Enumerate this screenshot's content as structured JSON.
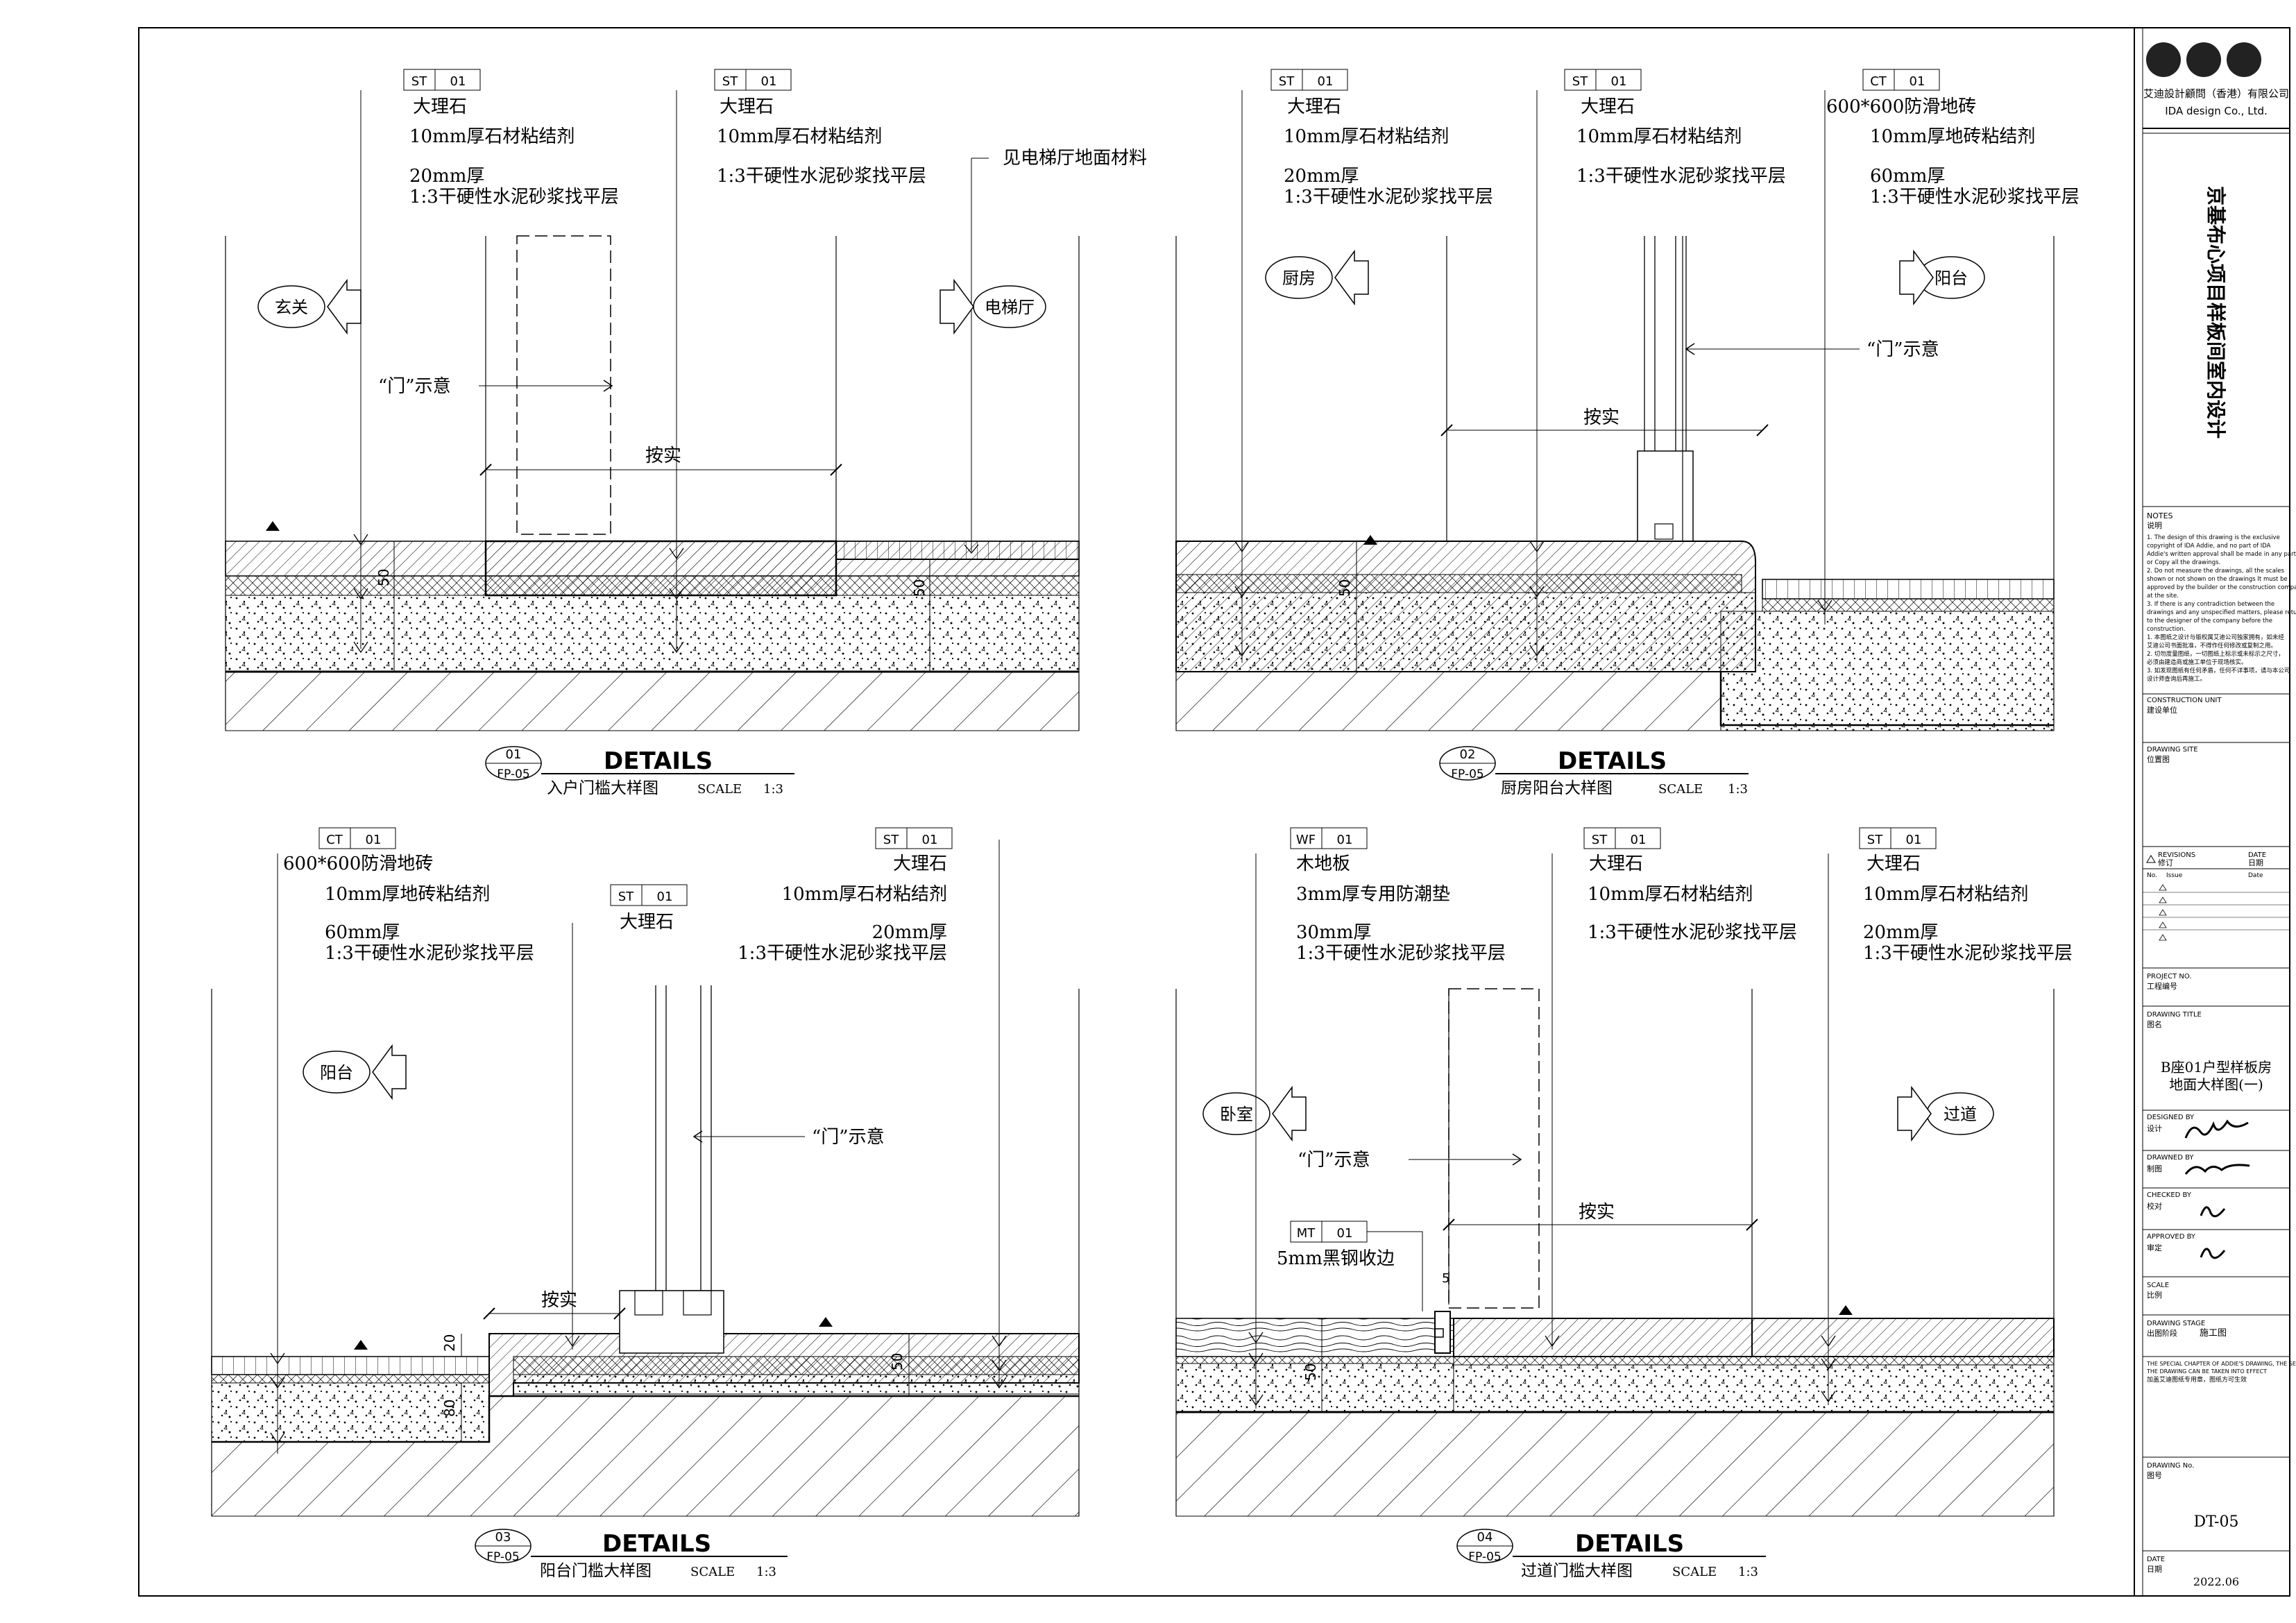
{
  "tb": {
    "company_cn": "艾迪設計顧問（香港）有限公司",
    "company_en": "IDA design Co., Ltd.",
    "project": "京基布心项目样板间室内设计",
    "notes_h": "NOTES",
    "notes_cn": "说明",
    "notes": [
      "1. The design of this drawing is the exclusive",
      "copyright of IDA Addie, and no part of IDA",
      "Addie's written approval shall be made in any part",
      "or Copy all the drawings.",
      "2. Do not measure the drawings, all the scales",
      "shown or not shown on the drawings It must be",
      "approved by the builder or the construction company",
      "at the site.",
      "3. If there is any contradiction between the",
      "drawings and any unspecified matters, please return",
      "to the designer of the company before the",
      "construction.",
      "1. 本图纸之设计与版权属艾迪公司独家拥有，如未经",
      "艾迪公司书面批准，不得作任何修改或复制之用。",
      "2. 切勿度量图纸，一切图纸上标示或未标示之尺寸，",
      "必须由建造商或施工单位于现场核实。",
      "3. 如发现图纸有任何矛盾，任何不详事项，请与本公司",
      "设计师查询后再施工。"
    ],
    "unit_h": "CONSTRUCTION UNIT",
    "unit_cn": "建设单位",
    "site_h": "DRAWING SITE",
    "site_cn": "位置图",
    "rev_h": "REVISIONS",
    "rev_cn": "修订",
    "date_h": "DATE",
    "date_cn": "日期",
    "rev_cols": [
      "No.",
      "Issue",
      "Date"
    ],
    "projno_h": "PROJECT NO.",
    "projno_cn": "工程编号",
    "title_h": "DRAWING TITLE",
    "title_cn": "图名",
    "title_1": "B座01户型样板房",
    "title_2": "地面大样图(一)",
    "designed_h": "DESIGNED BY",
    "designed_cn": "设计",
    "drawn_h": "DRAWNED BY",
    "drawn_cn": "制图",
    "checked_h": "CHECKED BY",
    "checked_cn": "校对",
    "approved_h": "APPROVED BY",
    "approved_cn": "审定",
    "scale_h": "SCALE",
    "scale_cn": "比例",
    "stage_h": "DRAWING STAGE",
    "stage_cn": "出图阶段",
    "stage_val": "施工图",
    "fine_1": "THE SPECIAL CHAPTER OF ADDIE'S DRAWING, THE SEAL OF",
    "fine_2": "THE DRAWING CAN BE TAKEN INTO EFFECT",
    "fine_3": "加盖艾迪图纸专用章，图纸方可生效",
    "dwgno_h": "DRAWING No.",
    "dwgno_cn": "图号",
    "dwgno": "DT-05",
    "dwgdate_h": "DATE",
    "dwgdate_cn": "日期",
    "dwgdate": "2022.06"
  },
  "common": {
    "details": "DETAILS",
    "sheet": "FP-05",
    "scale_label": "SCALE",
    "scale_val": "1:3",
    "door": "“门”示意",
    "verify": "按实",
    "code_st": "ST",
    "code_ct": "CT",
    "code_wf": "WF",
    "code_mt": "MT",
    "code_no": "01",
    "marble": "大理石",
    "stone_adh": "10mm厚石材粘结剂",
    "tile_adh": "10mm厚地砖粘结剂",
    "mortar": "1:3干硬性水泥砂浆找平层",
    "mm20": "20mm厚",
    "mm30": "30mm厚",
    "mm60": "60mm厚",
    "tile": "600*600防滑地砖",
    "wood": "木地板",
    "pad": "3mm厚专用防潮垫",
    "steel": "5mm黑钢收边",
    "lift_mat": "见电梯厅地面材料"
  },
  "d1": {
    "num": "01",
    "title": "入户门槛大样图",
    "left": "玄关",
    "right": "电梯厅",
    "dim_a": "50",
    "dim_b": "50"
  },
  "d2": {
    "num": "02",
    "title": "厨房阳台大样图",
    "left": "厨房",
    "right": "阳台",
    "dim_a": "50"
  },
  "d3": {
    "num": "03",
    "title": "阳台门槛大样图",
    "left": "阳台",
    "dim_a": "20",
    "dim_b": "80",
    "dim_c": "50"
  },
  "d4": {
    "num": "04",
    "title": "过道门槛大样图",
    "left": "卧室",
    "right": "过道",
    "dim_a": "50",
    "dim_b": "5"
  }
}
